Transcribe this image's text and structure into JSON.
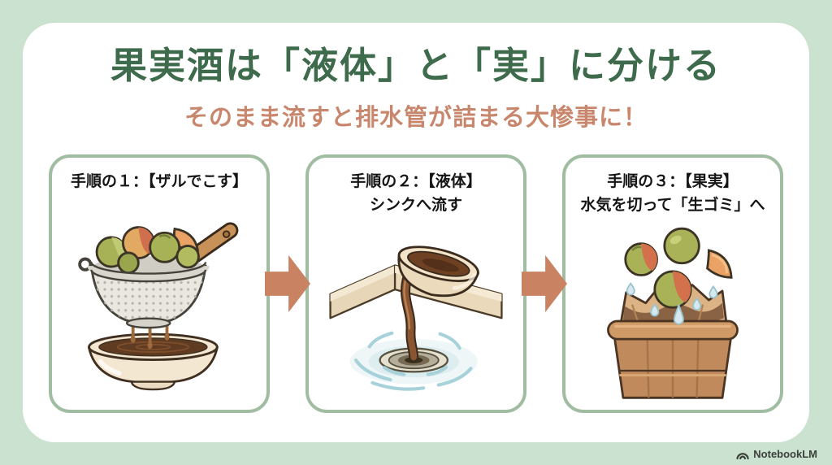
{
  "title": "果実酒は「液体」と「実」に分ける",
  "subtitle": "そのまま流すと排水管が詰まる大惨事に！",
  "steps": [
    {
      "heading_line1": "手順の１：【ザルでこす】",
      "heading_line2": "",
      "illustration": "strainer-with-fruit-over-bowl"
    },
    {
      "heading_line1": "手順の２：【液体】",
      "heading_line2": "シンクへ流す",
      "illustration": "pouring-liquid-into-sink-drain"
    },
    {
      "heading_line1": "手順の３：【果実】",
      "heading_line2": "水気を切って「生ゴミ」へ",
      "illustration": "drained-fruit-into-food-waste-bin"
    }
  ],
  "footer": {
    "brand": "NotebookLM"
  },
  "colors": {
    "background": "#cbe2d0",
    "card": "#ffffff",
    "title_text": "#3e6b4c",
    "subtitle_text": "#c8876c",
    "panel_border": "#a0bda1",
    "arrow": "#c98262",
    "heading_text": "#151515",
    "brand_text": "#3a403a"
  }
}
